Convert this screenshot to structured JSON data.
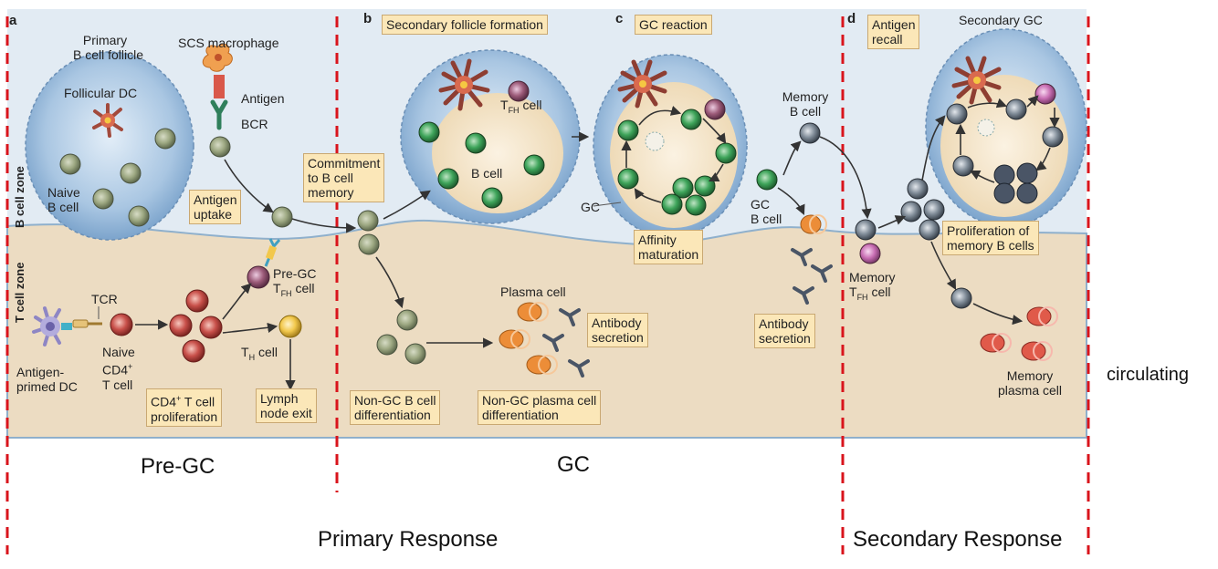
{
  "panels": {
    "a": "a",
    "b": "b",
    "c": "c",
    "d": "d"
  },
  "zones": {
    "b_cell_zone": "B cell zone",
    "t_cell_zone": "T cell zone"
  },
  "labels": {
    "primary_follicle_1": "Primary",
    "primary_follicle_2": "B cell follicle",
    "follicular_dc": "Follicular DC",
    "naive_b_1": "Naive",
    "naive_b_2": "B cell",
    "scs_macrophage": "SCS macrophage",
    "antigen": "Antigen",
    "bcr": "BCR",
    "tcr": "TCR",
    "antigen_primed_1": "Antigen-",
    "antigen_primed_2": "primed DC",
    "naive_cd4_1": "Naive",
    "naive_cd4_2": "CD4",
    "naive_cd4_sup": "+",
    "naive_cd4_3": "T cell",
    "pre_gc_1": "Pre-GC",
    "pre_gc_2": "T",
    "pre_gc_sub": "FH",
    "pre_gc_3": " cell",
    "th_cell": "T",
    "th_sub": "H",
    "th_cell_2": " cell",
    "tfh_cell": "T",
    "tfh_sub": "FH",
    "tfh_cell_2": " cell",
    "b_cell": "B cell",
    "plasma_cell": "Plasma cell",
    "gc_label": "GC",
    "memory_b_1": "Memory",
    "memory_b_2": "B cell",
    "gc_b_1": "GC",
    "gc_b_2": "B cell",
    "memory_tfh_1": "Memory",
    "memory_tfh_2": "T",
    "memory_tfh_sub": "FH",
    "memory_tfh_3": " cell",
    "secondary_gc": "Secondary GC",
    "memory_plasma_1": "Memory",
    "memory_plasma_2": "plasma cell"
  },
  "boxes": {
    "antigen_uptake_1": "Antigen",
    "antigen_uptake_2": "uptake",
    "cd4_prolif_1": "CD4",
    "cd4_prolif_sup": "+",
    "cd4_prolif_2": " T cell",
    "cd4_prolif_3": "proliferation",
    "lymph_exit_1": "Lymph",
    "lymph_exit_2": "node exit",
    "commitment_1": "Commitment",
    "commitment_2": "to B cell",
    "commitment_3": "memory",
    "secondary_follicle": "Secondary follicle formation",
    "gc_reaction": "GC reaction",
    "affinity_1": "Affinity",
    "affinity_2": "maturation",
    "antibody_sec_1": "Antibody",
    "antibody_sec_2": "secretion",
    "antibody_sec_b_1": "Antibody",
    "antibody_sec_b_2": "secretion",
    "non_gc_b_1": "Non-GC B cell",
    "non_gc_b_2": "differentiation",
    "non_gc_plasma_1": "Non-GC plasma cell",
    "non_gc_plasma_2": "differentiation",
    "antigen_recall_1": "Antigen",
    "antigen_recall_2": "recall",
    "prolif_memory_1": "Proliferation of",
    "prolif_memory_2": "memory B cells"
  },
  "phases": {
    "pre_gc": "Pre-GC",
    "gc": "GC",
    "primary_response": "Primary Response",
    "secondary_response": "Secondary Response",
    "circulating": "circulating"
  },
  "colors": {
    "divider": "#d9141c",
    "b_zone": "#cfe0ee",
    "t_zone": "#ecdcc2",
    "follicle": "#9ebfdf",
    "gc_core": "#f3e3c6",
    "box_fill": "#fbe7b8",
    "naive_b": "#9da882",
    "gc_b": "#3ea45a",
    "memory_b": "#7f8b97",
    "t_cell": "#c8504a",
    "plasma": "#ec8d38",
    "tfh": "#9d5c7a",
    "th": "#f2c84c",
    "antibody": "#4a5566"
  }
}
